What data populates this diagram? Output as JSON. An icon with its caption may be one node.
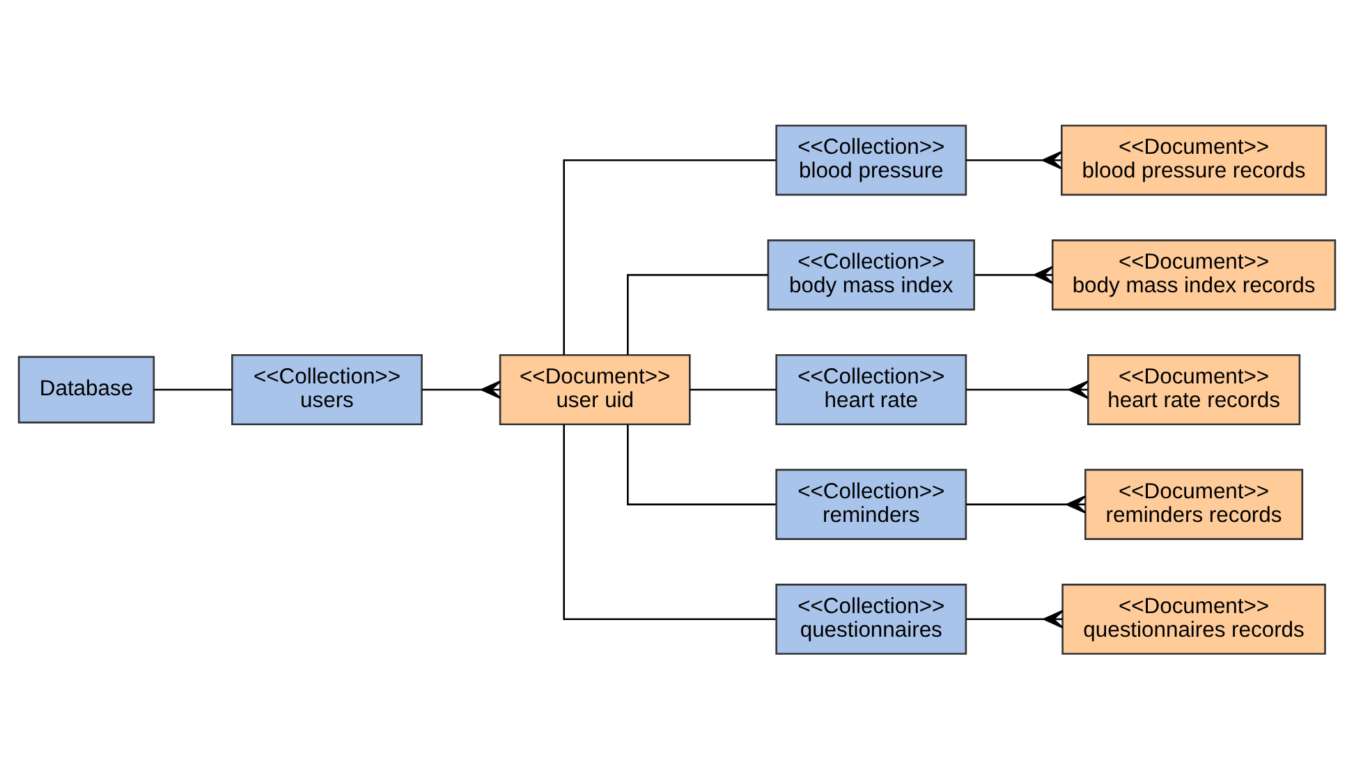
{
  "diagram": {
    "nodes": [
      {
        "text": [
          "Database"
        ]
      },
      {
        "text": [
          "<<Collection>>",
          "users"
        ]
      },
      {
        "text": [
          "<<Document>>",
          "user uid"
        ]
      },
      {
        "text": [
          "<<Collection>>",
          "blood pressure"
        ]
      },
      {
        "text": [
          "<<Document>>",
          "blood pressure records"
        ]
      },
      {
        "text": [
          "<<Collection>>",
          "body mass index"
        ]
      },
      {
        "text": [
          "<<Document>>",
          "body mass index records"
        ]
      },
      {
        "text": [
          "<<Collection>>",
          "heart rate"
        ]
      },
      {
        "text": [
          "<<Document>>",
          "heart rate records"
        ]
      },
      {
        "text": [
          "<<Collection>>",
          "reminders"
        ]
      },
      {
        "text": [
          "<<Document>>",
          "reminders records"
        ]
      },
      {
        "text": [
          "<<Collection>>",
          "questionnaires"
        ]
      },
      {
        "text": [
          "<<Document>>",
          "questionnaires records"
        ]
      }
    ],
    "edges": [
      {
        "from": 0,
        "to": 1,
        "arrow": "none"
      },
      {
        "from": 1,
        "to": 2,
        "arrow": "other"
      },
      {
        "from": 2,
        "to": 3,
        "arrow": "none"
      },
      {
        "from": 3,
        "to": 4,
        "arrow": "other"
      },
      {
        "from": 2,
        "to": 5,
        "arrow": "none"
      },
      {
        "from": 5,
        "to": 6,
        "arrow": "other"
      },
      {
        "from": 2,
        "to": 7,
        "arrow": "none"
      },
      {
        "from": 7,
        "to": 8,
        "arrow": "other"
      },
      {
        "from": 2,
        "to": 9,
        "arrow": "none"
      },
      {
        "from": 9,
        "to": 10,
        "arrow": "other"
      },
      {
        "from": 2,
        "to": 11,
        "arrow": "none"
      },
      {
        "from": 11,
        "to": 12,
        "arrow": "other"
      }
    ]
  }
}
